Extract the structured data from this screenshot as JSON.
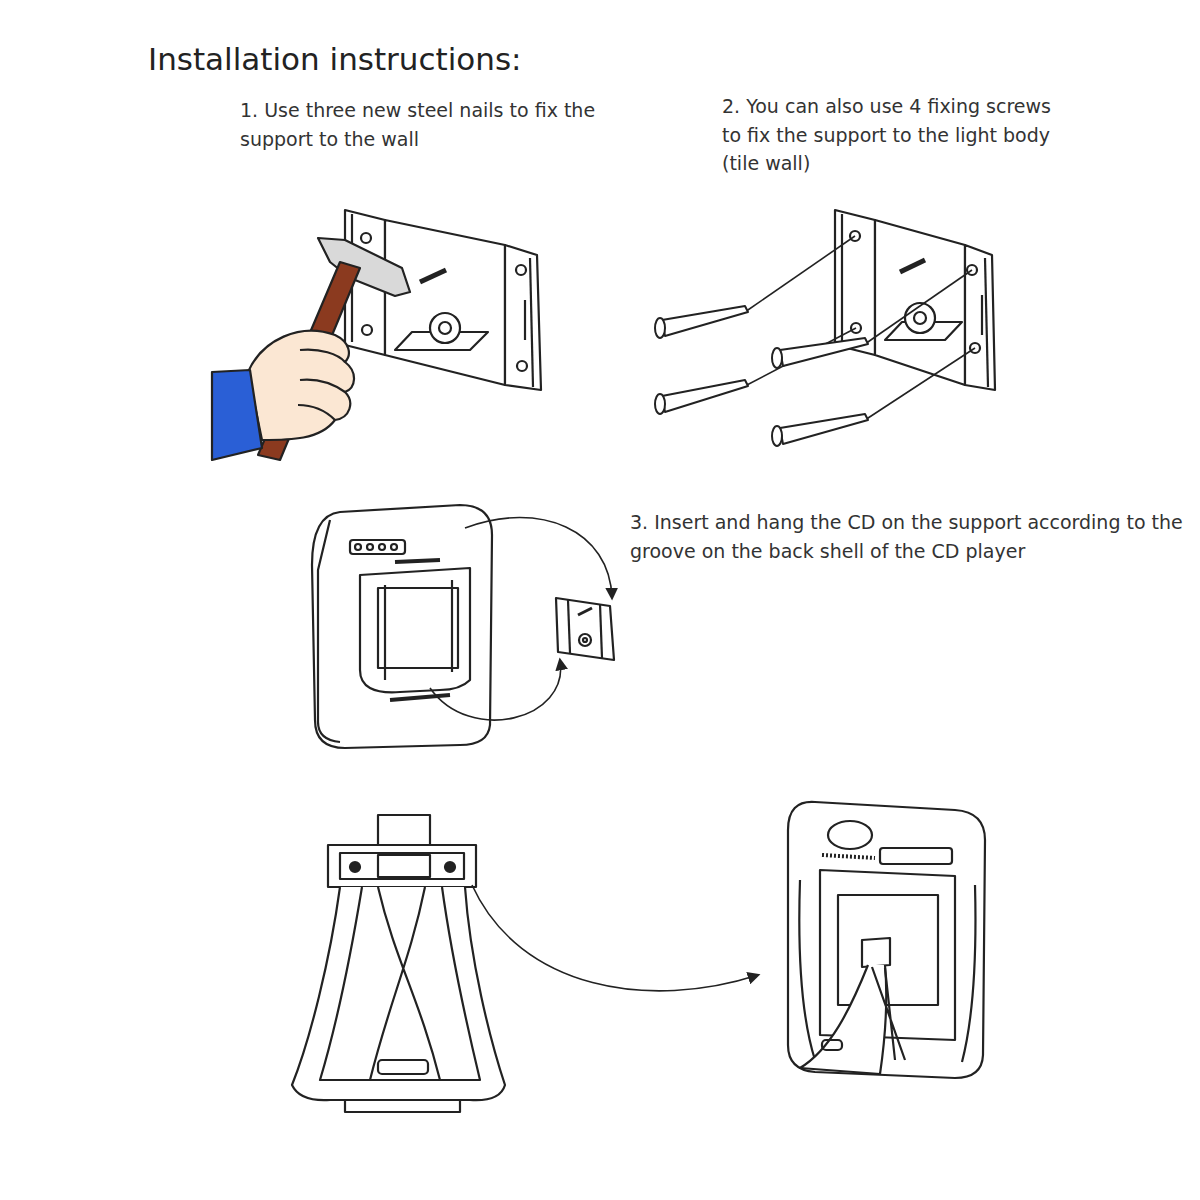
{
  "diagram": {
    "title": "Installation instructions:",
    "labels": [
      "1. Use three new steel nails to fix the support to the wall",
      "2. You can also use 4 fixing screws to fix the support to the light body (tile wall)",
      "3. Insert and hang the CD on the support according to the groove on the back shell of the CD player"
    ]
  }
}
